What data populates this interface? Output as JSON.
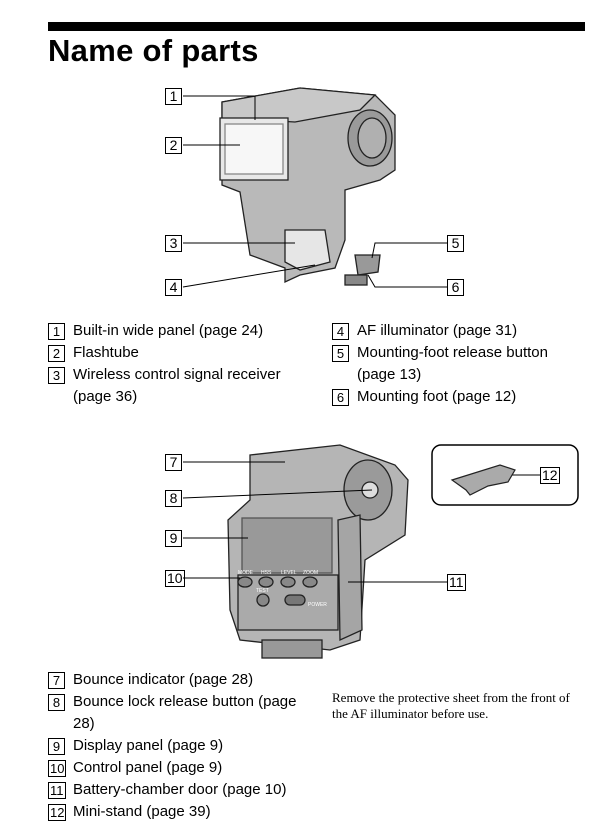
{
  "title": "Name of parts",
  "callouts": [
    "1",
    "2",
    "3",
    "4",
    "5",
    "6",
    "7",
    "8",
    "9",
    "10",
    "11",
    "12"
  ],
  "device_labels": {
    "mode": "MODE",
    "hss": "HSS",
    "level": "LEVEL",
    "zoom": "ZOOM",
    "test": "TEST",
    "power": "POWER"
  },
  "parts_top_left": [
    {
      "num": "1",
      "label": "Built-in wide panel (page 24)"
    },
    {
      "num": "2",
      "label": "Flashtube"
    },
    {
      "num": "3",
      "label": "Wireless control signal receiver (page 36)"
    }
  ],
  "parts_top_right": [
    {
      "num": "4",
      "label": "AF illuminator (page 31)"
    },
    {
      "num": "5",
      "label": "Mounting-foot release button (page 13)"
    },
    {
      "num": "6",
      "label": "Mounting foot (page 12)"
    }
  ],
  "parts_bottom": [
    {
      "num": "7",
      "label": "Bounce indicator (page 28)"
    },
    {
      "num": "8",
      "label": "Bounce lock release button (page 28)"
    },
    {
      "num": "9",
      "label": "Display panel (page 9)"
    },
    {
      "num": "10",
      "label": "Control panel (page 9)"
    },
    {
      "num": "11",
      "label": "Battery-chamber door (page 10)"
    },
    {
      "num": "12",
      "label": "Mini-stand (page 39)"
    }
  ],
  "note": "Remove the protective sheet from the front of the AF illuminator before use."
}
